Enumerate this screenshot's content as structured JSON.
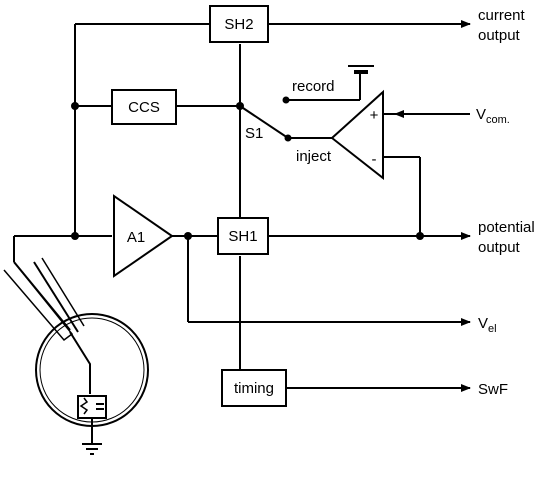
{
  "diagram": {
    "blocks": {
      "sh2": "SH2",
      "ccs": "CCS",
      "sh1": "SH1",
      "a1": "A1",
      "timing": "timing"
    },
    "switch": {
      "name": "S1",
      "record": "record",
      "inject": "inject"
    },
    "opamp": {
      "plus": "+",
      "minus": "-"
    },
    "outputs": {
      "current_line1": "current",
      "current_line2": "output",
      "vcom_main": "V",
      "vcom_sub": "com.",
      "potential_line1": "potential",
      "potential_line2": "output",
      "vel_main": "V",
      "vel_sub": "el",
      "swf": "SwF"
    }
  }
}
